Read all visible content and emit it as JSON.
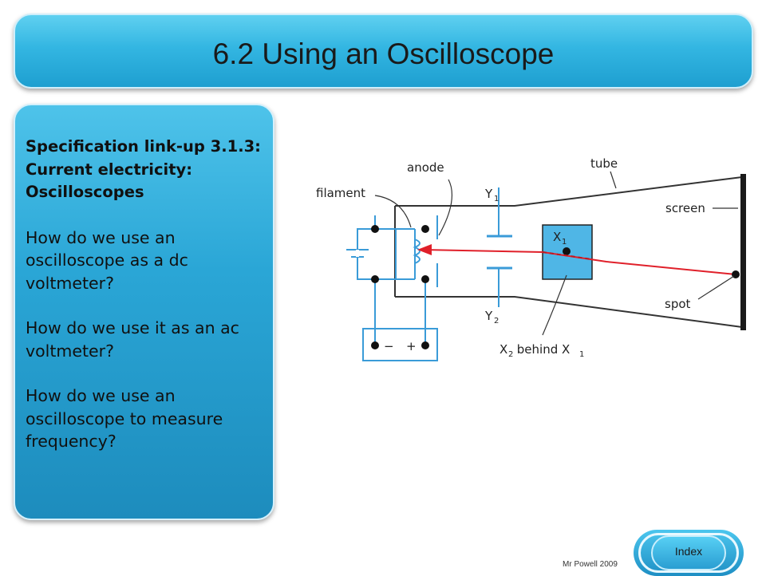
{
  "title": "6.2 Using an Oscilloscope",
  "panel": {
    "heading_lines": [
      "Specification link-up 3.1.3:",
      "Current electricity:",
      "Oscilloscopes"
    ],
    "questions": [
      "How do we use an oscilloscope as a dc voltmeter?",
      "How do we use it as an ac voltmeter?",
      "How do we use an oscilloscope to measure frequency?"
    ]
  },
  "diagram": {
    "labels": {
      "anode": "anode",
      "filament": "filament",
      "tube": "tube",
      "screen": "screen",
      "spot": "spot",
      "y1": "Y",
      "y1_sub": "1",
      "y2": "Y",
      "y2_sub": "2",
      "x1": "X",
      "x1_sub": "1",
      "x2_behind": "X",
      "x2_sub": "2",
      "behind": " behind X",
      "behind_sub": "1",
      "minus": "−",
      "plus": "+"
    },
    "colors": {
      "plate_blue": "#4fb6e6",
      "beam_red": "#e0202a",
      "wire_blue": "#3a9bd8"
    }
  },
  "footer": {
    "credit": "Mr Powell 2009"
  },
  "nav": {
    "index_label": "Index"
  }
}
